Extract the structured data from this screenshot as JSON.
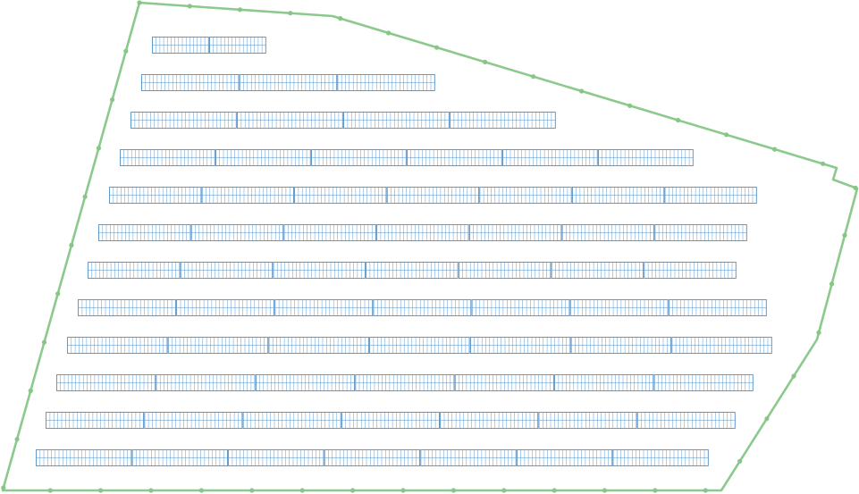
{
  "boundary": {
    "stroke_color": "#8cc98c",
    "vertex_color": "#86c686",
    "vertex_count": 46
  },
  "panels": {
    "stroke_color": "#4f8fc8",
    "fill_color": "#ffffff",
    "row_count": 12,
    "rows": [
      {
        "table_count": 2
      },
      {
        "table_count": 3
      },
      {
        "table_count": 4
      },
      {
        "table_count": 6
      },
      {
        "table_count": 7
      },
      {
        "table_count": 7
      },
      {
        "table_count": 7
      },
      {
        "table_count": 7
      },
      {
        "table_count": 7
      },
      {
        "table_count": 7
      },
      {
        "table_count": 7
      },
      {
        "table_count": 7
      }
    ]
  }
}
